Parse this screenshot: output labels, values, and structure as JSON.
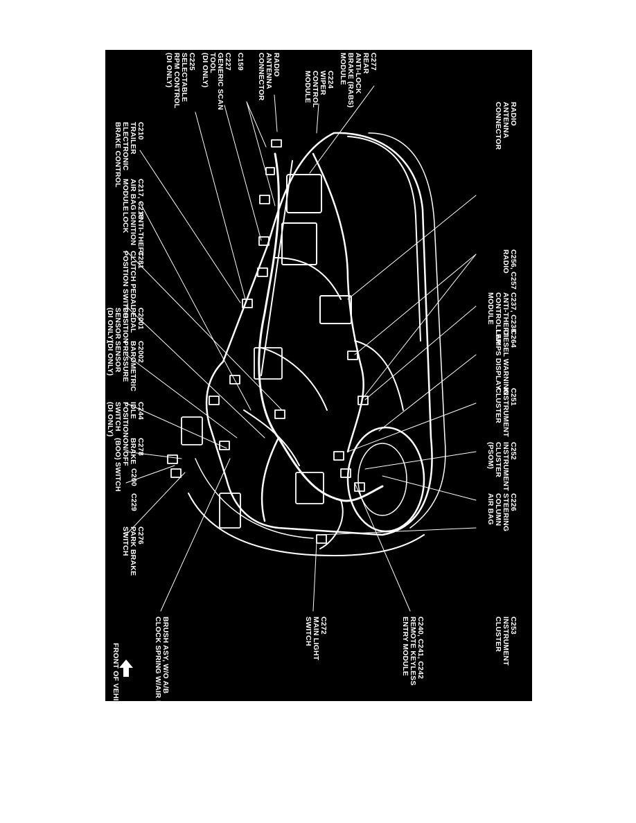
{
  "colors": {
    "background": "#000000",
    "ink": "#ffffff",
    "page": "#ffffff"
  },
  "labels": {
    "c277": [
      "C277",
      "REAR",
      "ANTI-LOCK",
      "BRAKE (RABS)",
      "MODULE"
    ],
    "c224": [
      "C224",
      "WIPER",
      "CONTROL",
      "MODULE"
    ],
    "radio_antenna_left": [
      "RADIO",
      "ANTENNA",
      "CONNECTOR"
    ],
    "c159": [
      "C159"
    ],
    "c227": [
      "C227",
      "GENERIC SCAN",
      "TOOL",
      "(DI ONLY)"
    ],
    "c225": [
      "C225",
      "SELECTABLE",
      "RPM CONTROL",
      "(DI ONLY)"
    ],
    "radio_antenna_top": [
      "RADIO",
      "ANTENNA",
      "CONNECTOR"
    ],
    "c210": [
      "C210",
      "TRAILER",
      "ELECTRONIC",
      "BRAKE CONTROL"
    ],
    "c217": [
      "C217, C218",
      "AIR BAG",
      "MODULE"
    ],
    "anti_theft_lock": [
      "ANTI-THEFT",
      "IGNITION",
      "LOCK"
    ],
    "c256": [
      "C256, C257",
      "RADIO"
    ],
    "c281": [
      "C281",
      "CLUTCH PEDAL",
      "POSITION SWITCH"
    ],
    "c237": [
      "C237, C238",
      "ANTI-THEFT",
      "CONTROLLER",
      "MODULE"
    ],
    "c2001": [
      "C2001",
      "PEDAL",
      "POSITION",
      "SENSOR",
      "(DI ONLY)"
    ],
    "c264": [
      "C264",
      "DIESEL WARNING",
      "LAMPS DISPLAY"
    ],
    "c2002": [
      "C2002",
      "BAROMETRIC",
      "PRESSURE",
      "SENSOR",
      "(DI ONLY)"
    ],
    "c251": [
      "C251",
      "INSTRUMENT",
      "CLUSTER"
    ],
    "c244": [
      "C244",
      "IDLE",
      "POSITION",
      "SWITCH",
      "(DI ONLY)"
    ],
    "c252": [
      "C252",
      "INSTRUMENT",
      "CLUSTER",
      "(PSOM)"
    ],
    "c278": [
      "C278",
      "BRAKE",
      "ON/OFF",
      "(BOO) SWITCH"
    ],
    "c200": [
      "C200"
    ],
    "c226": [
      "C226",
      "STEERING",
      "COLUMN",
      "AIR BAG"
    ],
    "c229": [
      "C229"
    ],
    "c276": [
      "C276",
      "PARK BRAKE",
      "SWITCH"
    ],
    "c253": [
      "C253",
      "INSTRUMENT",
      "CLUSTER"
    ],
    "c240": [
      "C240, C241, C242",
      "REMOTE KEYLESS",
      "ENTRY MODULE"
    ],
    "c272": [
      "C272",
      "MAIN LIGHT",
      "SWITCH"
    ],
    "brush": [
      "BRUSH ASY, W/O A/B",
      "CLOCK SPRING W/AIR BAG"
    ],
    "front": [
      "FRONT OF VEHICLE"
    ]
  }
}
